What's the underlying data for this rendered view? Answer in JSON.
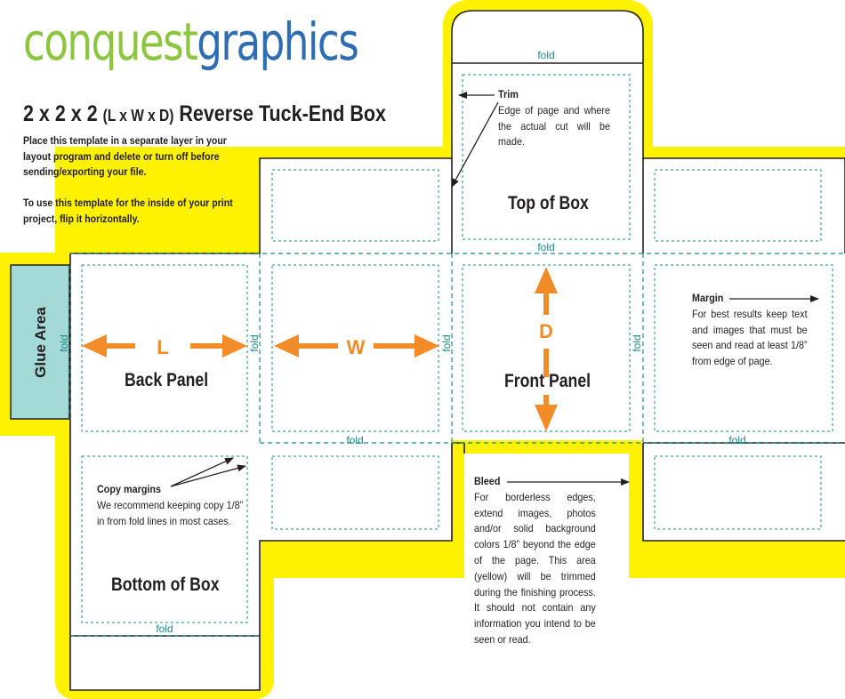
{
  "brand": {
    "part1": "conquest",
    "part2": "graphics"
  },
  "title": {
    "main_a": "2 x 2 x 2",
    "dims": "(L x W x D)",
    "main_b": "Reverse Tuck-End Box"
  },
  "instructions": [
    "Place this template in a separate layer in your layout program and delete or turn off before sending/exporting your file.",
    "To use this template for the inside of your print project, flip it horizontally."
  ],
  "panels": {
    "glue": "Glue Area",
    "back": "Back Panel",
    "front": "Front Panel",
    "top": "Top of Box",
    "bottom": "Bottom of Box"
  },
  "dimensions": {
    "length": "L",
    "width": "W",
    "depth": "D"
  },
  "fold_label": "fold",
  "notes": {
    "trim": {
      "heading": "Trim",
      "body": "Edge of page and where the actual cut will be made."
    },
    "margin": {
      "heading": "Margin",
      "body": "For best results keep text and images that must be seen and read at least 1/8” from edge of page."
    },
    "copy": {
      "heading": "Copy margins",
      "body": "We recommend keeping copy 1/8” in from fold lines in most cases."
    },
    "bleed": {
      "heading": "Bleed",
      "body": "For borderless edges, extend images, photos and/or solid background colors 1/8” beyond the edge of the page. This area (yellow) will be trimmed during the finishing process. It should not contain any information you intend to be seen or read."
    }
  },
  "colors": {
    "bleed": "#fff200",
    "glue": "#a3d9d6",
    "fold": "#1a8a86",
    "arrow": "#f28c28",
    "logo_green": "#8cc63f",
    "logo_blue": "#2e6db4"
  }
}
